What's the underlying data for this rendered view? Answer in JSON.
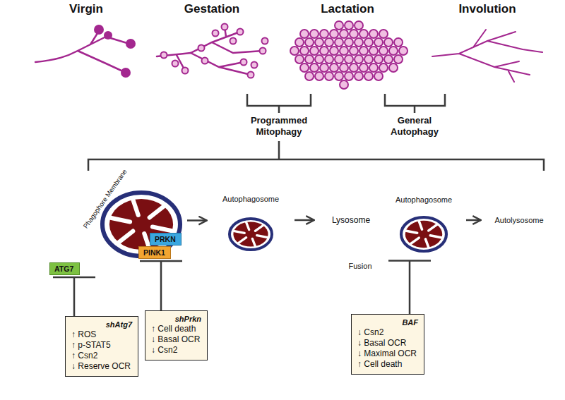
{
  "diagram": {
    "nodes": [
      {
        "text": [
          "Virgin"
        ]
      },
      {
        "text": [
          "Gestation"
        ]
      },
      {
        "text": [
          "Lactation"
        ]
      },
      {
        "text": [
          "Involution"
        ]
      },
      {
        "text": [
          "Phagophore Membrane"
        ]
      },
      {
        "text": [
          "ATG7"
        ]
      },
      {
        "text": [
          "PRKN"
        ]
      },
      {
        "text": [
          "PINK1"
        ]
      },
      {
        "text": [
          "Autophagosome"
        ]
      },
      {
        "text": [
          "Lysosome"
        ]
      },
      {
        "text": [
          "Autophagosome"
        ]
      },
      {
        "text": [
          "Autolysosome"
        ]
      },
      {
        "text": [
          "shAtg7",
          "↑ ROS",
          "↑ p-STAT5",
          "↑ Csn2",
          "↓ Reserve OCR"
        ]
      },
      {
        "text": [
          "shPrkn",
          "↑ Cell death",
          "↓ Basal OCR",
          "↓ Csn2"
        ]
      },
      {
        "text": [
          "BAF",
          "↓ Csn2",
          "↓ Basal OCR",
          "↓ Maximal OCR",
          "↑ Cell death"
        ]
      }
    ],
    "edges": [
      {
        "from": 4,
        "to": 8,
        "arrow": "to"
      },
      {
        "from": 8,
        "to": 9,
        "arrow": "to"
      },
      {
        "from": 10,
        "to": 11,
        "arrow": "to"
      },
      {
        "from": 12,
        "to": 5,
        "arrow": "none"
      },
      {
        "from": 13,
        "to": 7,
        "arrow": "none"
      },
      {
        "from": 14,
        "to": 10,
        "arrow": "none"
      }
    ],
    "labels": [
      "Programmed Mitophagy",
      "General Autophagy",
      "Fusion"
    ]
  }
}
